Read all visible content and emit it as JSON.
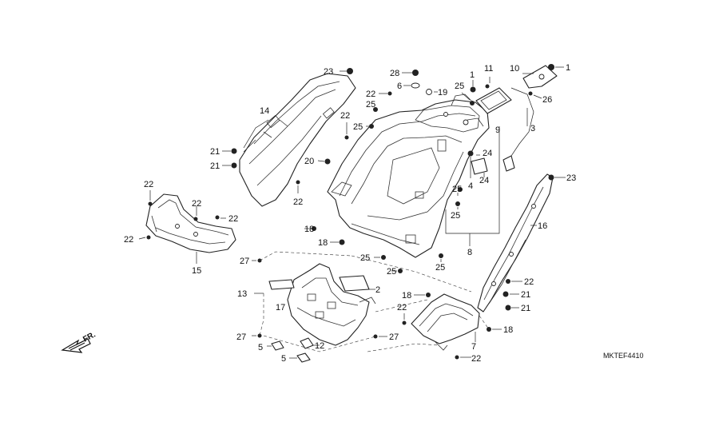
{
  "diagram": {
    "catalog_code": "MKTEF4410",
    "direction_label": "FR."
  },
  "callouts": {
    "c1_top": "1",
    "c1_right": "1",
    "c2": "2",
    "c3": "3",
    "c4": "4",
    "c5_a": "5",
    "c5_b": "5",
    "c6": "6",
    "c7": "7",
    "c8": "8",
    "c9": "9",
    "c10": "10",
    "c11": "11",
    "c12": "12",
    "c13": "13",
    "c14": "14",
    "c15": "15",
    "c16": "16",
    "c17": "17",
    "c18_a": "18",
    "c18_b": "18",
    "c18_c": "18",
    "c18_d": "18",
    "c19": "19",
    "c20": "20",
    "c21_a": "21",
    "c21_b": "21",
    "c21_c": "21",
    "c21_d": "21",
    "c22_a": "22",
    "c22_b": "22",
    "c22_c": "22",
    "c22_d": "22",
    "c22_e": "22",
    "c22_f": "22",
    "c22_g": "22",
    "c22_h": "22",
    "c22_i": "22",
    "c22_j": "22",
    "c23_a": "23",
    "c23_b": "23",
    "c24_a": "24",
    "c24_b": "24",
    "c25_a": "25",
    "c25_b": "25",
    "c25_c": "25",
    "c25_d": "25",
    "c25_e": "25",
    "c25_f": "25",
    "c25_g": "25",
    "c25_h": "25",
    "c26": "26",
    "c27_a": "27",
    "c27_b": "27",
    "c27_c": "27",
    "c28": "28"
  }
}
